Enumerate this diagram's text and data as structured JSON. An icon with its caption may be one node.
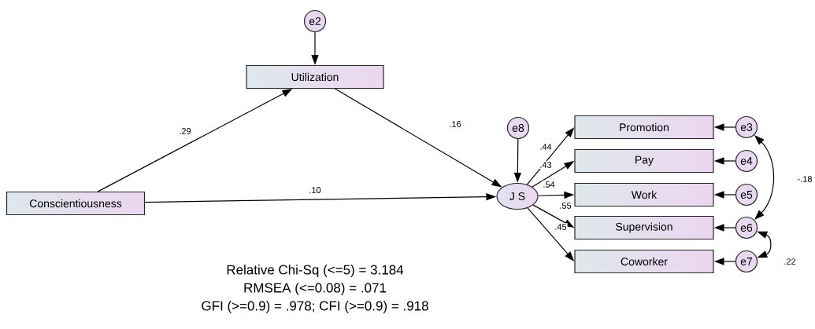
{
  "diagram": {
    "nodes": [
      {
        "text": [
          "e2"
        ]
      },
      {
        "text": [
          "Utilization"
        ]
      },
      {
        "text": [
          "Conscientiousness"
        ]
      },
      {
        "text": [
          "e8"
        ]
      },
      {
        "text": [
          "J S"
        ]
      },
      {
        "text": [
          "Promotion"
        ]
      },
      {
        "text": [
          "Pay"
        ]
      },
      {
        "text": [
          "Work"
        ]
      },
      {
        "text": [
          "Supervision"
        ]
      },
      {
        "text": [
          "Coworker"
        ]
      },
      {
        "text": [
          "e3"
        ]
      },
      {
        "text": [
          "e4"
        ]
      },
      {
        "text": [
          "e5"
        ]
      },
      {
        "text": [
          "e6"
        ]
      },
      {
        "text": [
          "e7"
        ]
      }
    ],
    "edges": [
      {
        "from": 0,
        "to": 1,
        "arrow": "to"
      },
      {
        "from": 2,
        "to": 1,
        "arrow": "to",
        "label": ".29"
      },
      {
        "from": 1,
        "to": 4,
        "arrow": "to",
        "label": ".16"
      },
      {
        "from": 2,
        "to": 4,
        "arrow": "to",
        "label": ".10"
      },
      {
        "from": 3,
        "to": 4,
        "arrow": "to"
      },
      {
        "from": 4,
        "to": 5,
        "arrow": "to",
        "label": ".44"
      },
      {
        "from": 4,
        "to": 6,
        "arrow": "to",
        "label": ".43"
      },
      {
        "from": 4,
        "to": 7,
        "arrow": "to",
        "label": ".54"
      },
      {
        "from": 4,
        "to": 8,
        "arrow": "to",
        "label": ".55"
      },
      {
        "from": 4,
        "to": 9,
        "arrow": "to",
        "label": ".45"
      },
      {
        "from": 10,
        "to": 5,
        "arrow": "to"
      },
      {
        "from": 11,
        "to": 6,
        "arrow": "to"
      },
      {
        "from": 12,
        "to": 7,
        "arrow": "to"
      },
      {
        "from": 13,
        "to": 8,
        "arrow": "to"
      },
      {
        "from": 14,
        "to": 9,
        "arrow": "to"
      },
      {
        "from": 10,
        "to": 13,
        "arrow": "both",
        "label": "-.18"
      },
      {
        "from": 13,
        "to": 14,
        "arrow": "both",
        "label": ".22"
      }
    ],
    "labels": [
      "Relative Chi-Sq (<=5) = 3.184",
      "RMSEA (<=0.08) = .071",
      "GFI (>=0.9) = .978; CFI (>=0.9) = .918"
    ]
  }
}
